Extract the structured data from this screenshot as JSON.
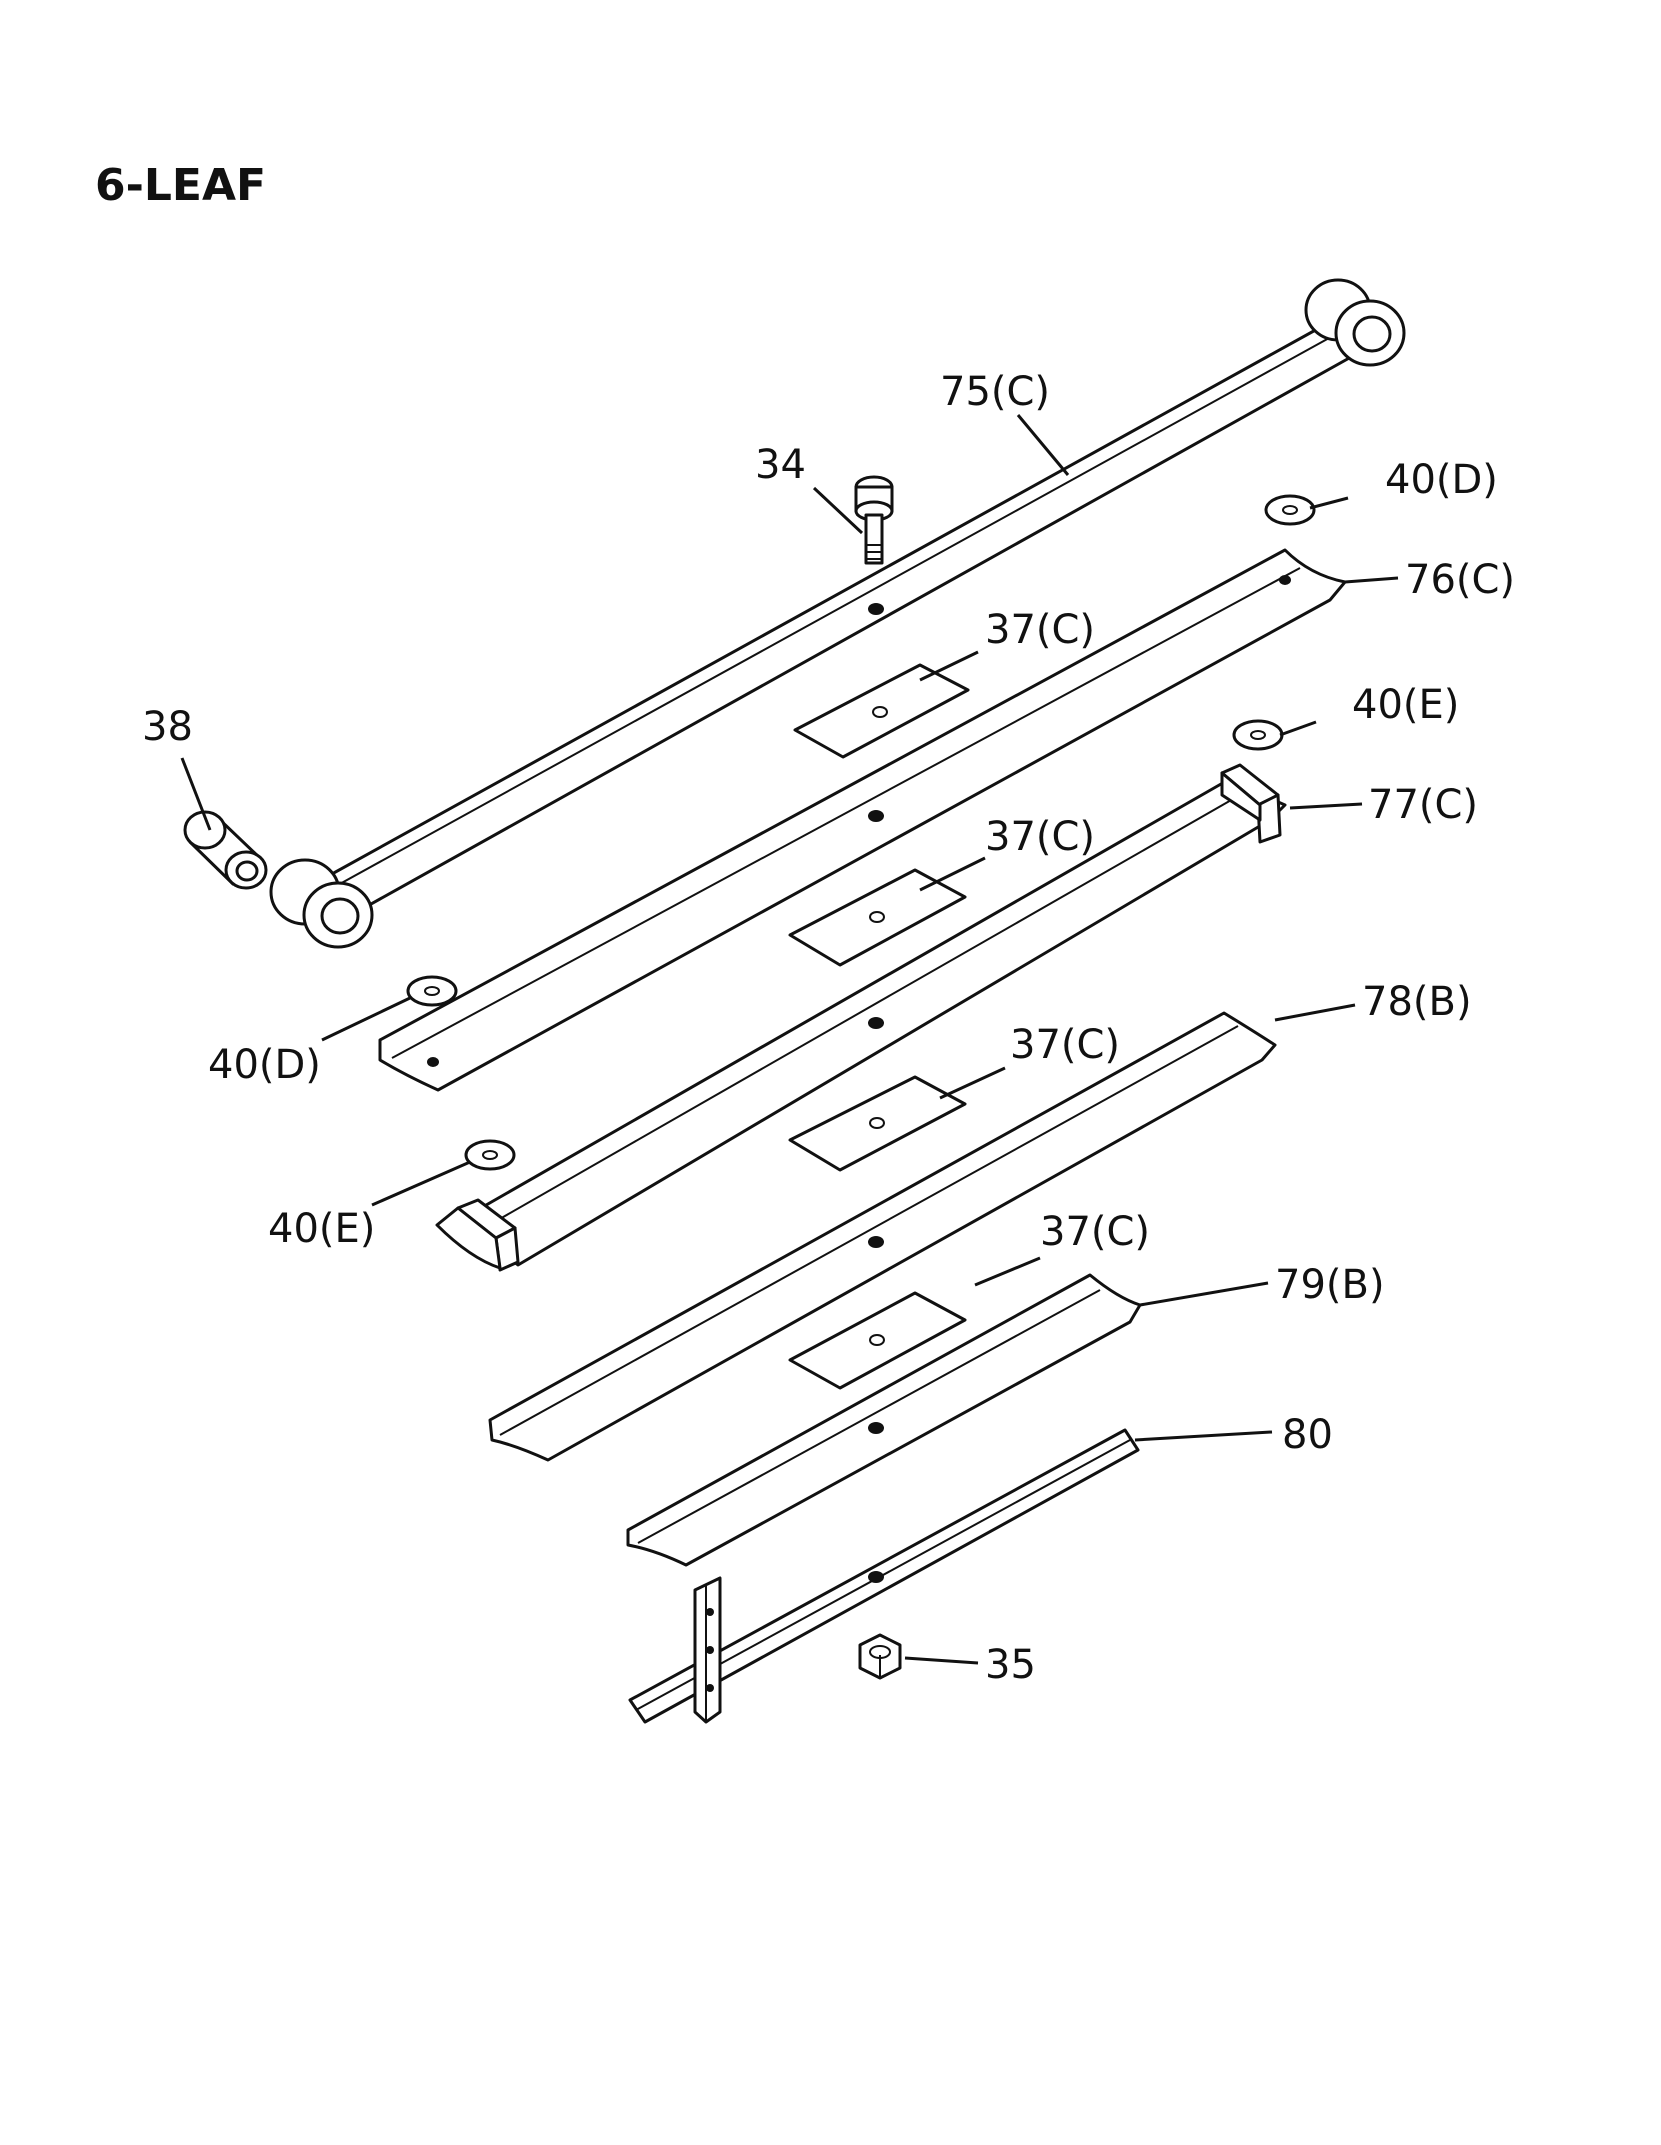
{
  "title": "6-LEAF",
  "labels": {
    "p75": "75(C)",
    "p34": "34",
    "p40d_top": "40(D)",
    "p76": "76(C)",
    "p37_1": "37(C)",
    "p38": "38",
    "p40e_top": "40(E)",
    "p77": "77(C)",
    "p37_2": "37(C)",
    "p40d_left": "40(D)",
    "p78": "78(B)",
    "p37_3": "37(C)",
    "p40e_left": "40(E)",
    "p37_4": "37(C)",
    "p79": "79(B)",
    "p80": "80",
    "p35": "35"
  }
}
